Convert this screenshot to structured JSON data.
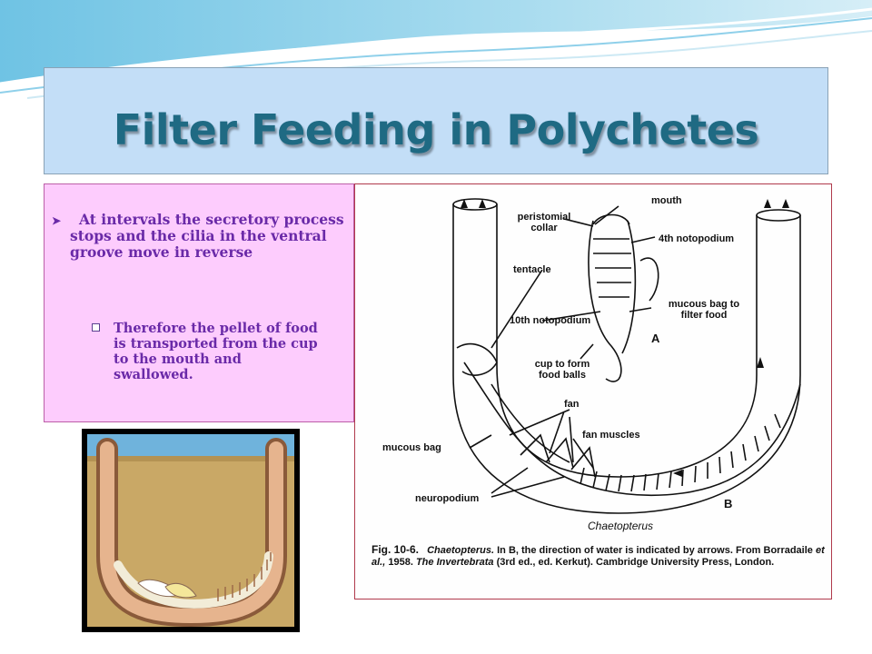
{
  "slide": {
    "title": "Filter Feeding in Polychetes",
    "colors": {
      "title": "#1f6a83",
      "title_bg": "#c3def7",
      "text_bg": "#fdccfd",
      "text": "#6a2aa8"
    }
  },
  "text_panel": {
    "bullet1": "At intervals the secretory process stops and the cilia in the ventral groove move in reverse",
    "bullet2": "Therefore the pellet of food is transported from the cup to the mouth and swallowed."
  },
  "figure": {
    "labels": {
      "mouth": "mouth",
      "peristomial_collar": "peristomial collar",
      "fourth_notopodium": "4th notopodium",
      "tentacle": "tentacle",
      "mucous_bag_to_filter": "mucous bag to filter food",
      "tenth_notopodium": "10th notopodium",
      "a": "A",
      "cup_to_form": "cup to form food balls",
      "fan": "fan",
      "fan_muscles": "fan muscles",
      "mucous_bag": "mucous bag",
      "neuropodium": "neuropodium",
      "b": "B",
      "species": "Chaetopterus"
    },
    "caption": {
      "fig_no": "Fig. 10-6.",
      "species": "Chaetopterus.",
      "text1": "In B, the direction of water is indicated by arrows. From Borradaile",
      "etal": "et al.,",
      "text2": "1958.",
      "book": "The Invertebrata",
      "text3": "(3rd ed., ed. Kerkut). Cambridge University Press, London."
    }
  }
}
